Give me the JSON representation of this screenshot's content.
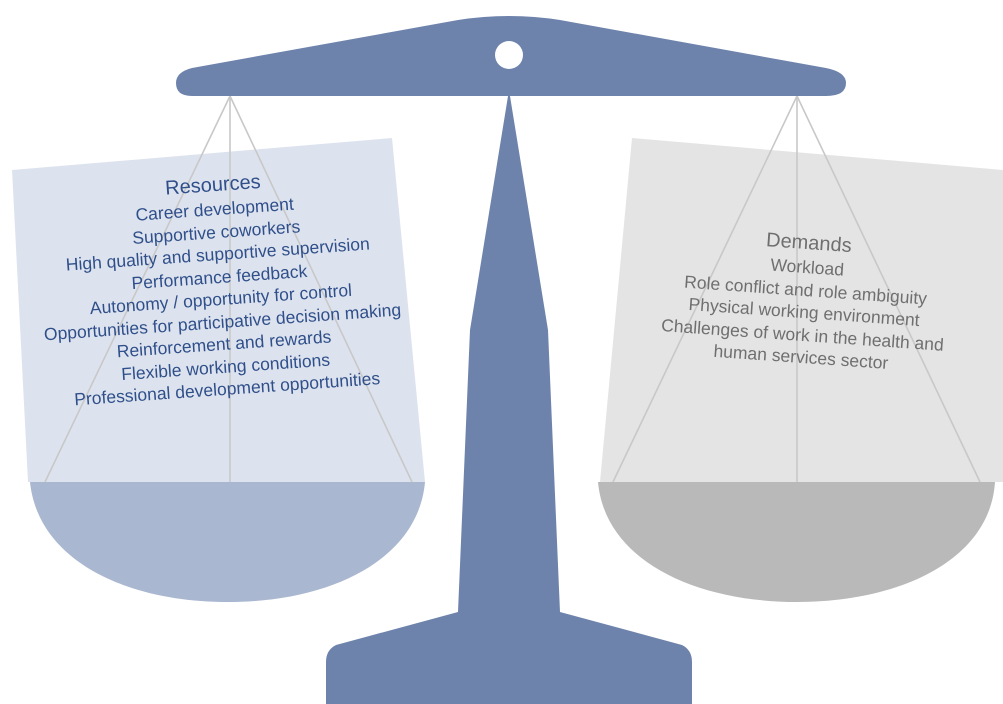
{
  "colors": {
    "beam": "#6e83ac",
    "resources_card": "#dde3ee",
    "resources_pan": "#a9b7d0",
    "resources_text": "#2f4f8a",
    "demands_card": "#e4e4e4",
    "demands_pan": "#b9b9b9",
    "demands_text": "#6f6f6f",
    "strings": "#c8c8c8"
  },
  "resources": {
    "title": "Resources",
    "items": [
      "Career development",
      "Supportive coworkers",
      "High quality and supportive supervision",
      "Performance feedback",
      "Autonomy / opportunity for control",
      "Opportunities for participative decision making",
      "Reinforcement and rewards",
      "Flexible working conditions",
      "Professional development opportunities"
    ]
  },
  "demands": {
    "title": "Demands",
    "items": [
      "Workload",
      "Role conflict and role ambiguity",
      "Physical working environment",
      "Challenges of work in the health and",
      "human services sector"
    ]
  }
}
